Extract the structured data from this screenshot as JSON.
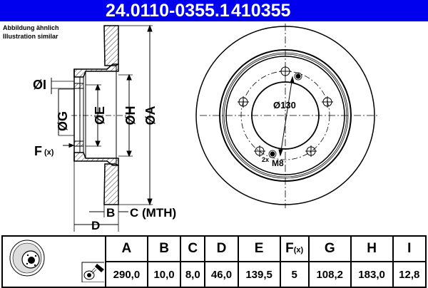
{
  "header": {
    "part_number": "24.0110-0355.1",
    "code": "410355",
    "background": "#0000ee"
  },
  "note": {
    "line1": "Abbildung ähnlich",
    "line2": "Illustration similar"
  },
  "drawing": {
    "labels": {
      "I": "ØI",
      "G": "ØG",
      "E": "ØE",
      "H": "ØH",
      "A": "ØA",
      "F": "F",
      "F_sub": "(x)",
      "B": "B",
      "C": "C (MTH)",
      "D": "D",
      "pcd": "Ø130",
      "thread_count": "2x",
      "thread": "M8"
    }
  },
  "specs": {
    "columns": [
      {
        "key": "A",
        "label": "A",
        "value": "290,0"
      },
      {
        "key": "B",
        "label": "B",
        "value": "10,0"
      },
      {
        "key": "C",
        "label": "C",
        "value": "8,0"
      },
      {
        "key": "D",
        "label": "D",
        "value": "46,0"
      },
      {
        "key": "E",
        "label": "E",
        "value": "139,5"
      },
      {
        "key": "F",
        "label": "F",
        "label_sub": "(x)",
        "value": "5"
      },
      {
        "key": "G",
        "label": "G",
        "value": "108,2"
      },
      {
        "key": "H",
        "label": "H",
        "value": "183,0"
      },
      {
        "key": "I",
        "label": "I",
        "value": "12,8"
      }
    ]
  }
}
